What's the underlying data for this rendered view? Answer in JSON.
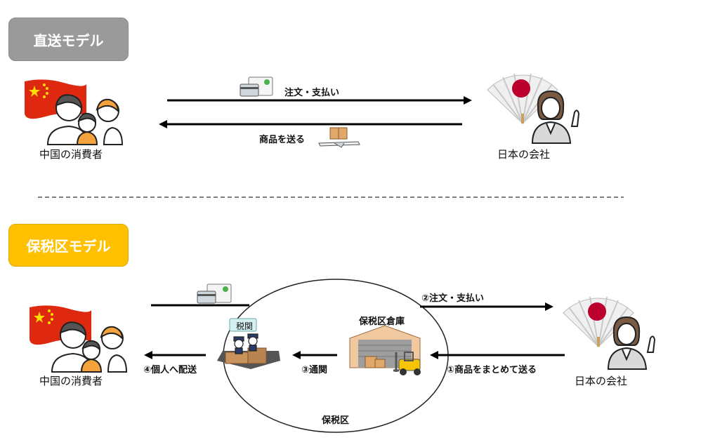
{
  "direct_model": {
    "title": "直送モデル",
    "consumer_label": "中国の消費者",
    "company_label": "日本の会社",
    "order_label": "注文・支払い",
    "ship_label": "商品を送る"
  },
  "bonded_model": {
    "title": "保税区モデル",
    "consumer_label": "中国の消費者",
    "company_label": "日本の会社",
    "step1_label": "①商品をまとめて送る",
    "step2_label": "②注文・支払い",
    "step3_label": "③通関",
    "step4_label": "④個人へ配送",
    "warehouse_label": "保税区倉庫",
    "customs_sign": "税関",
    "zone_label": "保税区"
  },
  "colors": {
    "direct_badge": "#9a9a9a",
    "bonded_badge": "#ffc000",
    "arrow": "#000000",
    "china_flag": "#de2910",
    "japan_sun": "#bc002d"
  },
  "icons": [
    "china-flag-icon",
    "family-icon",
    "japan-fan-icon",
    "businesswoman-icon",
    "credit-card-icon",
    "package-plane-icon",
    "warehouse-icon",
    "forklift-icon",
    "customs-officers-icon"
  ]
}
